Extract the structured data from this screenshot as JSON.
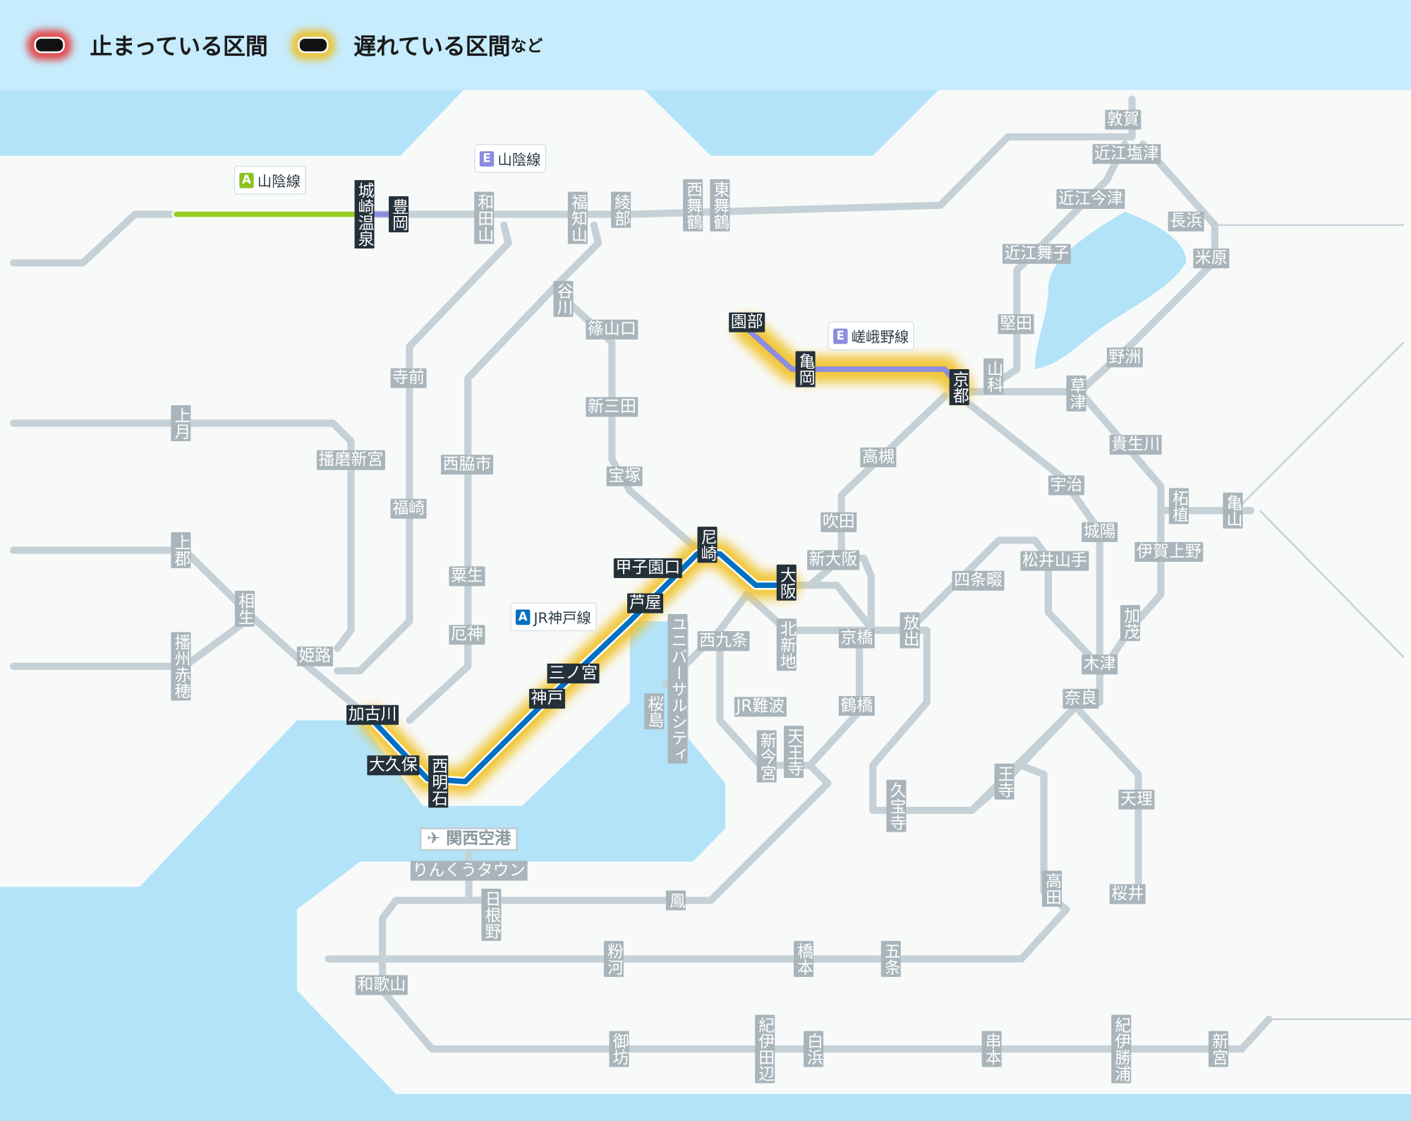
{
  "legend": {
    "stopped": "止まっている区間",
    "delayed": "遅れている区間",
    "delayed_suffix": "など"
  },
  "colors": {
    "stopped": "#e83c3c",
    "delayed": "#f0c020",
    "kobe_line": "#0070c0",
    "sanin_line_a": "#9acd22",
    "sanin_line_e": "#8c8ce0",
    "inactive_line": "#c5d1d7",
    "water": "#b3e3f8"
  },
  "line_tags": [
    {
      "badge": "A",
      "name": "山陰線",
      "color": "#8cc21f"
    },
    {
      "badge": "E",
      "name": "山陰線",
      "color": "#8c8ce0"
    },
    {
      "badge": "E",
      "name": "嵯峨野線",
      "color": "#8c8ce0"
    },
    {
      "badge": "A",
      "name": "JR神戸線",
      "color": "#0070c0"
    }
  ],
  "stations": [
    {
      "name": "城崎温泉",
      "status": "affected"
    },
    {
      "name": "豊岡",
      "status": "affected"
    },
    {
      "name": "園部",
      "status": "affected"
    },
    {
      "name": "亀岡",
      "status": "affected"
    },
    {
      "name": "京都",
      "status": "affected"
    },
    {
      "name": "尼崎",
      "status": "affected"
    },
    {
      "name": "甲子園口",
      "status": "affected"
    },
    {
      "name": "芦屋",
      "status": "affected"
    },
    {
      "name": "大阪",
      "status": "affected"
    },
    {
      "name": "三ノ宮",
      "status": "affected"
    },
    {
      "name": "神戸",
      "status": "affected"
    },
    {
      "name": "加古川",
      "status": "affected"
    },
    {
      "name": "大久保",
      "status": "affected"
    },
    {
      "name": "西明石",
      "status": "affected"
    },
    {
      "name": "和田山"
    },
    {
      "name": "福知山"
    },
    {
      "name": "綾部"
    },
    {
      "name": "西舞鶴"
    },
    {
      "name": "東舞鶴"
    },
    {
      "name": "敦賀"
    },
    {
      "name": "近江塩津"
    },
    {
      "name": "近江今津"
    },
    {
      "name": "長浜"
    },
    {
      "name": "近江舞子"
    },
    {
      "name": "米原"
    },
    {
      "name": "堅田"
    },
    {
      "name": "谷川"
    },
    {
      "name": "篠山口"
    },
    {
      "name": "寺前"
    },
    {
      "name": "山科"
    },
    {
      "name": "草津"
    },
    {
      "name": "野洲"
    },
    {
      "name": "新三田"
    },
    {
      "name": "上月"
    },
    {
      "name": "播磨新宮"
    },
    {
      "name": "西脇市"
    },
    {
      "name": "高槻"
    },
    {
      "name": "貴生川"
    },
    {
      "name": "宇治"
    },
    {
      "name": "宝塚"
    },
    {
      "name": "福崎"
    },
    {
      "name": "吹田"
    },
    {
      "name": "城陽"
    },
    {
      "name": "柘植"
    },
    {
      "name": "亀山"
    },
    {
      "name": "上郡"
    },
    {
      "name": "新大阪"
    },
    {
      "name": "松井山手"
    },
    {
      "name": "伊賀上野"
    },
    {
      "name": "粟生"
    },
    {
      "name": "四条畷"
    },
    {
      "name": "相生"
    },
    {
      "name": "加茂"
    },
    {
      "name": "放出"
    },
    {
      "name": "厄神"
    },
    {
      "name": "西九条"
    },
    {
      "name": "北新地"
    },
    {
      "name": "京橋"
    },
    {
      "name": "ユニバーサルシティ"
    },
    {
      "name": "姫路"
    },
    {
      "name": "播州赤穂"
    },
    {
      "name": "木津"
    },
    {
      "name": "奈良"
    },
    {
      "name": "桜島"
    },
    {
      "name": "JR難波"
    },
    {
      "name": "鶴橋"
    },
    {
      "name": "新今宮"
    },
    {
      "name": "天王寺"
    },
    {
      "name": "王寺"
    },
    {
      "name": "久宝寺"
    },
    {
      "name": "天理"
    },
    {
      "name": "関西空港"
    },
    {
      "name": "りんくうタウン"
    },
    {
      "name": "日根野"
    },
    {
      "name": "鳳"
    },
    {
      "name": "高田"
    },
    {
      "name": "桜井"
    },
    {
      "name": "粉河"
    },
    {
      "name": "橋本"
    },
    {
      "name": "五条"
    },
    {
      "name": "和歌山"
    },
    {
      "name": "御坊"
    },
    {
      "name": "紀伊田辺"
    },
    {
      "name": "白浜"
    },
    {
      "name": "串本"
    },
    {
      "name": "紀伊勝浦"
    },
    {
      "name": "新宮"
    }
  ]
}
